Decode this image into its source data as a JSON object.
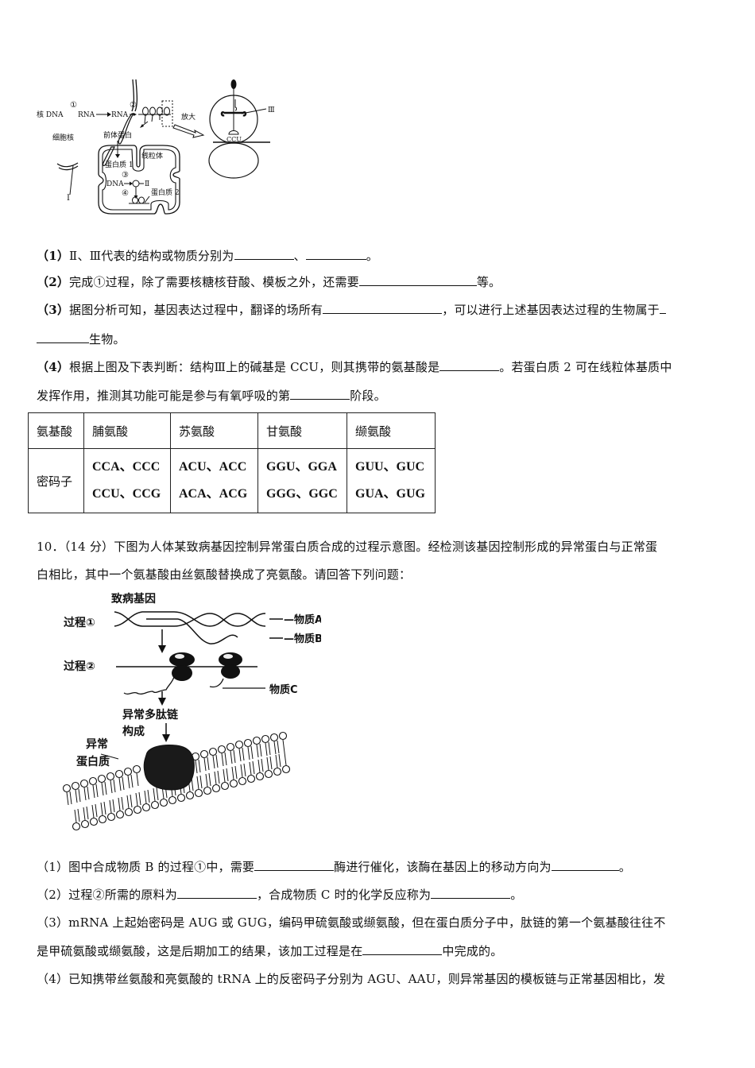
{
  "figure1": {
    "labels": {
      "nucleus_dna": "核 DNA",
      "rna1": "RNA",
      "rna2": "RNA",
      "step1": "①",
      "step2": "②",
      "step3": "③",
      "step4": "④",
      "nucleus": "细胞核",
      "precursor_protein": "前体蛋白",
      "mitochondrion": "线粒体",
      "protein1": "蛋白质 1",
      "protein2": "蛋白质 2",
      "mito_dna": "DNA",
      "roman2": "Ⅱ",
      "roman1": "Ⅰ",
      "roman3": "Ⅲ",
      "magnify": "放大",
      "anticodon": "CCU"
    }
  },
  "q9": {
    "sub1": {
      "prefix": "（1）",
      "text": "Ⅱ、Ⅲ代表的结构或物质分别为",
      "sep": "、",
      "end": "。"
    },
    "sub2": {
      "prefix": "（2）",
      "text": "完成①过程，除了需要核糖核苷酸、模板之外，还需要",
      "end": "等。"
    },
    "sub3": {
      "prefix": "（3）",
      "text": "据图分析可知，基因表达过程中，翻译的场所有",
      "mid": "，可以进行上述基因表达过程的生物属于",
      "end": "生物。"
    },
    "sub4": {
      "prefix": "（4）",
      "text1": "根据上图及下表判断：结构Ⅲ上的碱基是 CCU，则其携带的氨基酸是",
      "text2": "。若蛋白质 2 可在线粒体基质中",
      "text3": "发挥作用，推测其功能可能是参与有氧呼吸的第",
      "end": "阶段。"
    },
    "table": {
      "header_label": "氨基酸",
      "row_label": "密码子",
      "columns": [
        {
          "amino_acid": "脯氨酸",
          "codons_line1": "CCA、CCC",
          "codons_line2": "CCU、CCG"
        },
        {
          "amino_acid": "苏氨酸",
          "codons_line1": "ACU、ACC",
          "codons_line2": "ACA、ACG"
        },
        {
          "amino_acid": "甘氨酸",
          "codons_line1": "GGU、GGA",
          "codons_line2": "GGG、GGC"
        },
        {
          "amino_acid": "缬氨酸",
          "codons_line1": "GUU、GUC",
          "codons_line2": "GUA、GUG"
        }
      ]
    }
  },
  "q10": {
    "number": "10．",
    "score": "（14 分）",
    "stem1": "下图为人体某致病基因控制异常蛋白质合成的过程示意图。经检测该基因控制形成的异常蛋白与正常蛋",
    "stem2": "白相比，其中一个氨基酸由丝氨酸替换成了亮氨酸。请回答下列问题：",
    "figure": {
      "gene": "致病基因",
      "process1": "过程①",
      "process2": "过程②",
      "substance_a": "—物质A",
      "substance_b": "—物质B",
      "substance_c": "物质C",
      "abnormal_peptide": "异常多肽链",
      "constitute": "构成",
      "abnormal_protein_1": "异常",
      "abnormal_protein_2": "蛋白质"
    },
    "sub1": {
      "prefix": "（1）",
      "text": "图中合成物质 B 的过程①中，需要",
      "mid": "酶进行催化，该酶在基因上的移动方向为",
      "end": "。"
    },
    "sub2": {
      "prefix": "（2）",
      "text": "过程②所需的原料为",
      "mid": "，合成物质 C 时的化学反应称为",
      "end": "。"
    },
    "sub3": {
      "prefix": "（3）",
      "text1": "mRNA 上起始密码是 AUG 或 GUG，编码甲硫氨酸或缬氨酸，但在蛋白质分子中，肽链的第一个氨基酸往往不",
      "text2": "是甲硫氨酸或缬氨酸，这是后期加工的结果，该加工过程是在",
      "end": "中完成的。"
    },
    "sub4": {
      "prefix": "（4）",
      "text": "已知携带丝氨酸和亮氨酸的 tRNA 上的反密码子分别为 AGU、AAU，则异常基因的模板链与正常基因相比，发"
    }
  }
}
